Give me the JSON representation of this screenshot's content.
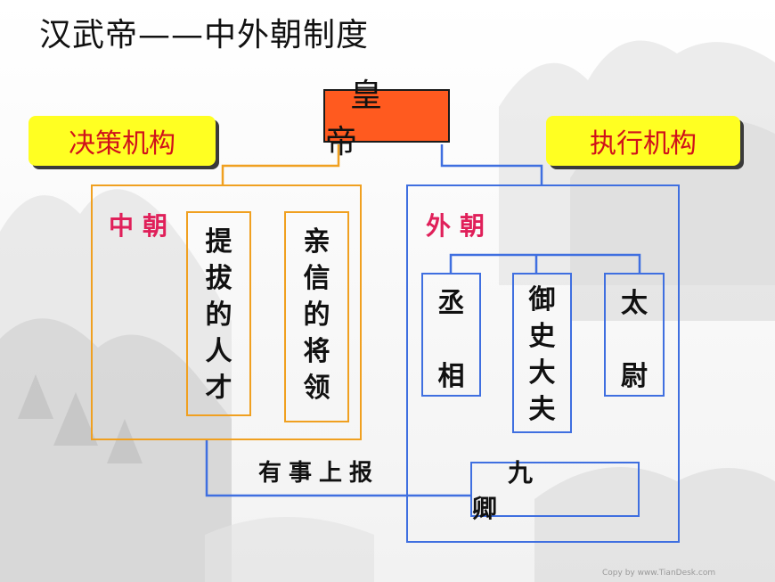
{
  "title": "汉武帝——中外朝制度",
  "emperor": "皇 帝",
  "callouts": {
    "left": "决策机构",
    "right": "执行机构"
  },
  "zhongchao": {
    "label": "中朝",
    "boxes": [
      {
        "chars": [
          "提",
          "拔",
          "的",
          "人",
          "才"
        ]
      },
      {
        "chars": [
          "亲",
          "信",
          "的",
          "将",
          "领"
        ]
      }
    ]
  },
  "waichao": {
    "label": "外朝",
    "boxes": [
      {
        "chars": [
          "丞",
          "",
          "相"
        ]
      },
      {
        "chars": [
          "御",
          "史",
          "大",
          "夫"
        ]
      },
      {
        "chars": [
          "太",
          "",
          "尉"
        ]
      }
    ]
  },
  "report": "有事上报",
  "jiuqing": "九 卿",
  "watermark": "Copy by www.TianDesk.com",
  "colors": {
    "emperor_fill": "#ff5a1f",
    "callout_fill": "#ffff22",
    "callout_text": "#d0121b",
    "zhongchao_line": "#f0a020",
    "waichao_line": "#3f6fe0",
    "section_label": "#e0205a"
  }
}
